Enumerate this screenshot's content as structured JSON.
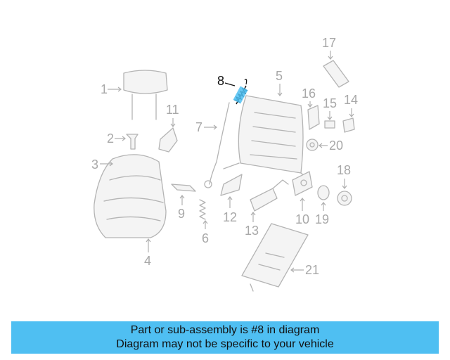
{
  "callouts": [
    "1",
    "2",
    "3",
    "4",
    "5",
    "6",
    "7",
    "8",
    "9",
    "10",
    "11",
    "12",
    "13",
    "14",
    "15",
    "16",
    "17",
    "18",
    "19",
    "20",
    "21"
  ],
  "highlighted_part": "8",
  "highlight_color": "#4fbff2",
  "banner": {
    "line1": "Part or sub-assembly is #8 in diagram",
    "line2": "Diagram may not be specific to your vehicle",
    "background": "#4fbff2"
  }
}
